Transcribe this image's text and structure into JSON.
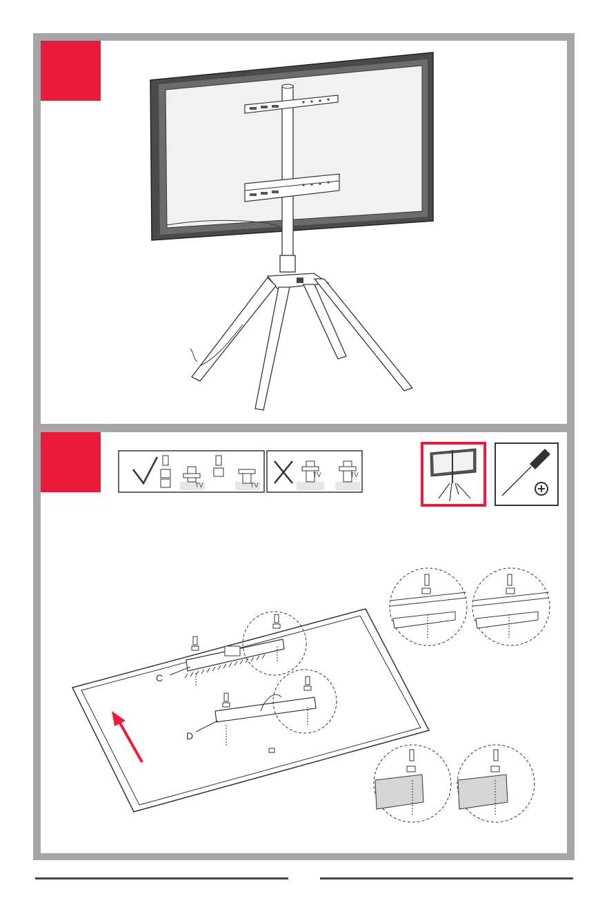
{
  "step1": {
    "number": ""
  },
  "step2": {
    "number": "",
    "part_c_label": "C",
    "part_d_label": "D",
    "tv_label_1": "TV",
    "tv_label_2": "TV",
    "tv_label_3": "TV",
    "tv_label_4": "TV"
  },
  "colors": {
    "accent": "#ee1a3a",
    "frame": "#a6a6a8",
    "line": "#333333"
  },
  "icons": [
    "correct-check-icon",
    "wrong-cross-icon",
    "phillips-screwdriver-icon",
    "phillips-head-icon",
    "up-arrow-icon"
  ]
}
